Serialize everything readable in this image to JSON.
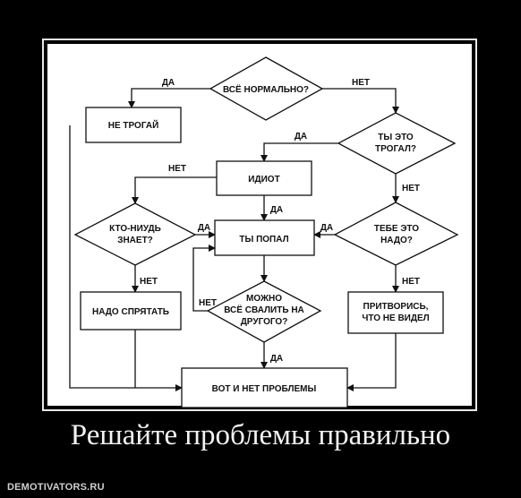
{
  "nodes": {
    "vse_normalno": [
      "ВСЁ НОРМАЛЬНО?"
    ],
    "ne_trogai": [
      "НЕ ТРОГАЙ"
    ],
    "ty_eto_trogal": [
      "ТЫ ЭТО",
      "ТРОГАЛ?"
    ],
    "idiot": [
      "ИДИОТ"
    ],
    "kto_niud": [
      "КТО-НИУДЬ",
      "ЗНАЕТ?"
    ],
    "ty_popal": [
      "ТЫ ПОПАЛ"
    ],
    "tebe_eto_nado": [
      "ТЕБЕ ЭТО",
      "НАДО?"
    ],
    "nado_spryatat": [
      "НАДО СПРЯТАТЬ"
    ],
    "mozhno_svalit": [
      "МОЖНО",
      "ВСЁ СВАЛИТЬ НА",
      "ДРУГОГО?"
    ],
    "pritvoris": [
      "ПРИТВОРИСЬ,",
      "ЧТО НЕ ВИДЕЛ"
    ],
    "vot_i_net": [
      "ВОТ И НЕТ ПРОБЛЕМЫ"
    ]
  },
  "edge_labels": {
    "yes": "ДА",
    "no": "НЕТ"
  },
  "caption": "Решайте проблемы правильно",
  "watermark": "DEMOTIVATORS.RU"
}
